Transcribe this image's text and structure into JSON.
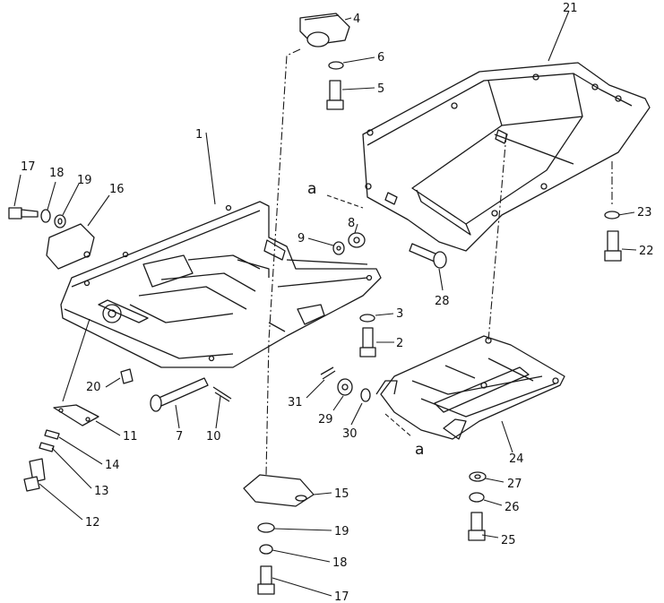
{
  "callouts": {
    "c1": "1",
    "c2": "2",
    "c3": "3",
    "c4": "4",
    "c5": "5",
    "c6": "6",
    "c7": "7",
    "c8": "8",
    "c9": "9",
    "c10": "10",
    "c11": "11",
    "c12": "12",
    "c13": "13",
    "c14": "14",
    "c15": "15",
    "c16": "16",
    "c17a": "17",
    "c17b": "17",
    "c18a": "18",
    "c18b": "18",
    "c19a": "19",
    "c19b": "19",
    "c20": "20",
    "c21": "21",
    "c22": "22",
    "c23": "23",
    "c24": "24",
    "c25": "25",
    "c26": "26",
    "c27": "27",
    "c28": "28",
    "c29": "29",
    "c30": "30",
    "c31": "31"
  },
  "refs": {
    "ref_a_top": "a",
    "ref_a_bottom": "a"
  }
}
